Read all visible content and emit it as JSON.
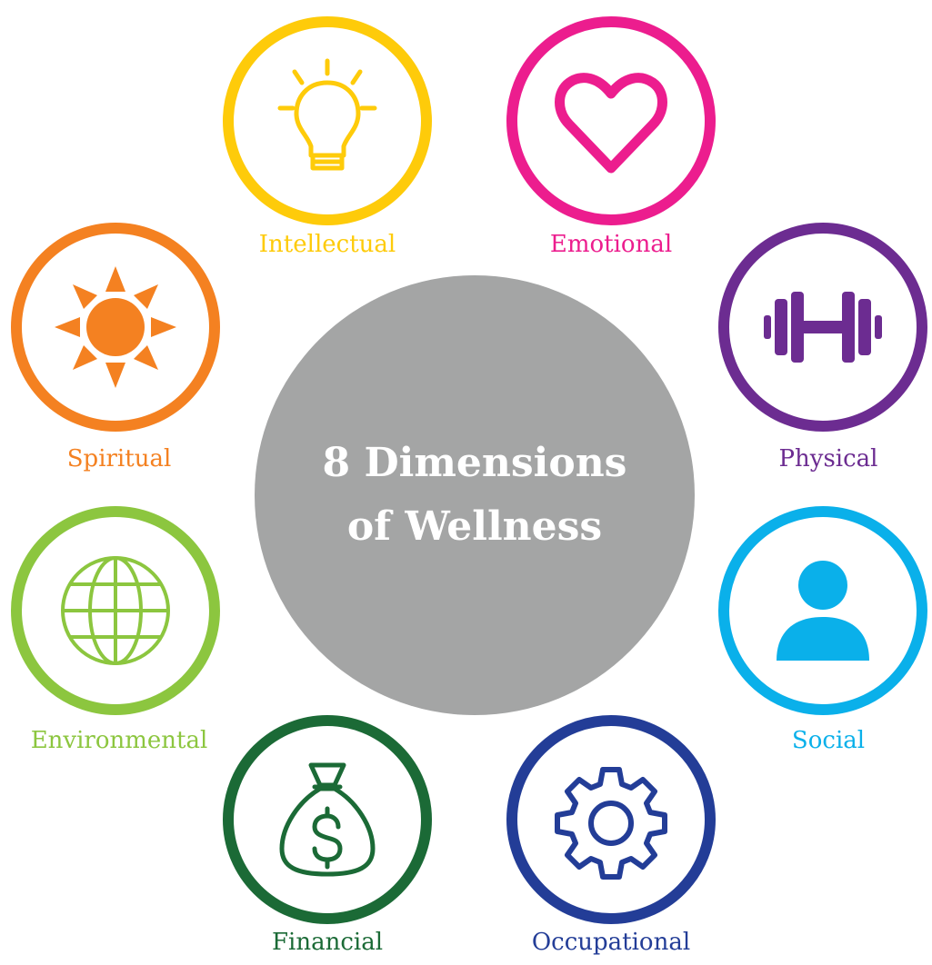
{
  "center": {
    "line1": "8 Dimensions",
    "line2": "of Wellness"
  },
  "dimensions": {
    "intellectual": {
      "label": "Intellectual",
      "color": "#fecb0a",
      "icon": "lightbulb-icon"
    },
    "emotional": {
      "label": "Emotional",
      "color": "#ec1d8e",
      "icon": "heart-icon"
    },
    "physical": {
      "label": "Physical",
      "color": "#6c2c91",
      "icon": "dumbbell-icon"
    },
    "social": {
      "label": "Social",
      "color": "#0ab0ea",
      "icon": "person-icon"
    },
    "occupational": {
      "label": "Occupational",
      "color": "#233d97",
      "icon": "gear-icon"
    },
    "financial": {
      "label": "Financial",
      "color": "#1b6a36",
      "icon": "money-bag-icon"
    },
    "environmental": {
      "label": "Environmental",
      "color": "#8cc63f",
      "icon": "globe-icon"
    },
    "spiritual": {
      "label": "Spiritual",
      "color": "#f48121",
      "icon": "sun-icon"
    }
  }
}
